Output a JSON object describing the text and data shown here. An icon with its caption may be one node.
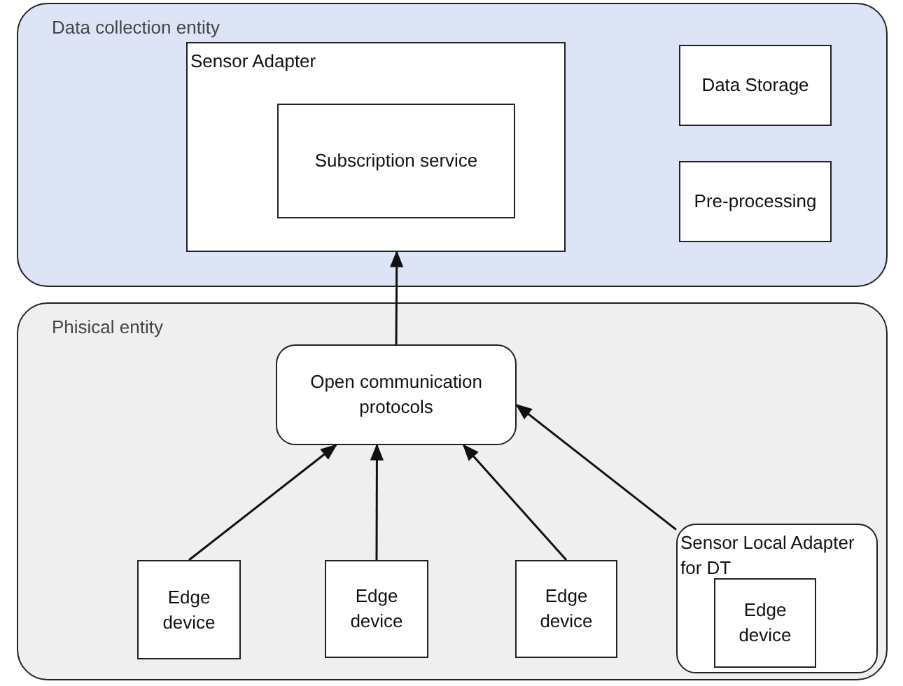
{
  "diagram": {
    "nodes": [
      {
        "text": [
          "Data collection entity"
        ]
      },
      {
        "text": [
          "Sensor Adapter"
        ],
        "in": 0
      },
      {
        "text": [
          "Subscription service"
        ],
        "in": 1
      },
      {
        "text": [
          "Data Storage"
        ],
        "in": 0
      },
      {
        "text": [
          "Pre-processing"
        ],
        "in": 0
      },
      {
        "text": [
          "Phisical entity"
        ]
      },
      {
        "text": [
          "Open communication protocols"
        ],
        "in": 5
      },
      {
        "text": [
          "Edge device"
        ],
        "in": 5
      },
      {
        "text": [
          "Edge device"
        ],
        "in": 5
      },
      {
        "text": [
          "Edge device"
        ],
        "in": 5
      },
      {
        "text": [
          "Sensor Local Adapter for DT"
        ],
        "in": 5
      },
      {
        "text": [
          "Edge device"
        ],
        "in": 10
      }
    ],
    "edges": [
      {
        "from": 6,
        "to": 1,
        "arrow": "to"
      },
      {
        "from": 7,
        "to": 6,
        "arrow": "to"
      },
      {
        "from": 8,
        "to": 6,
        "arrow": "to"
      },
      {
        "from": 9,
        "to": 6,
        "arrow": "to"
      },
      {
        "from": 10,
        "to": 6,
        "arrow": "to"
      }
    ]
  }
}
